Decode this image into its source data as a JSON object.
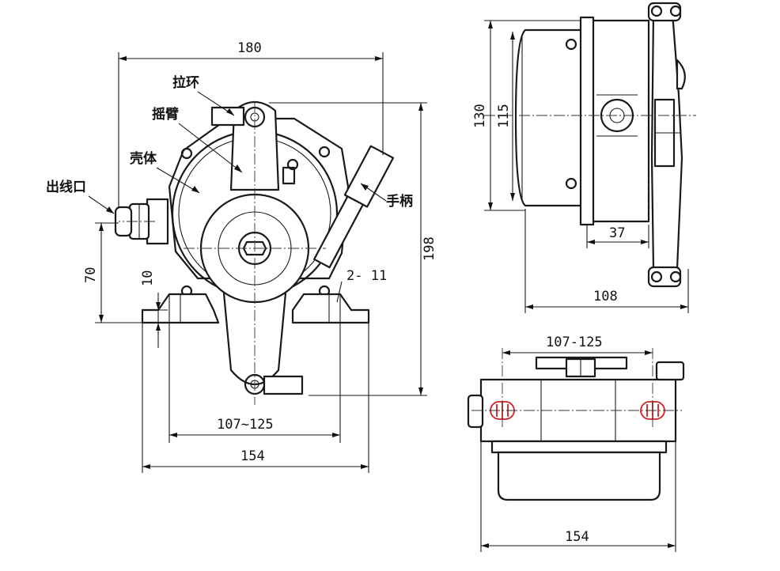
{
  "labels": {
    "pull_ring": "拉环",
    "rocker_arm": "摇臂",
    "housing": "壳体",
    "cable_outlet": "出线口",
    "handle": "手柄"
  },
  "dimensions": {
    "front": {
      "width_top": "180",
      "height_total": "198",
      "height_axis": "70",
      "foot_thickness": "10",
      "holes": "2- 11",
      "mount_spacing": "107~125",
      "base_width": "154"
    },
    "side": {
      "height_outer": "130",
      "height_inner": "115",
      "flange_offset": "37",
      "depth": "108"
    },
    "bottom": {
      "mount_spacing": "107-125",
      "base_width": "154"
    }
  }
}
